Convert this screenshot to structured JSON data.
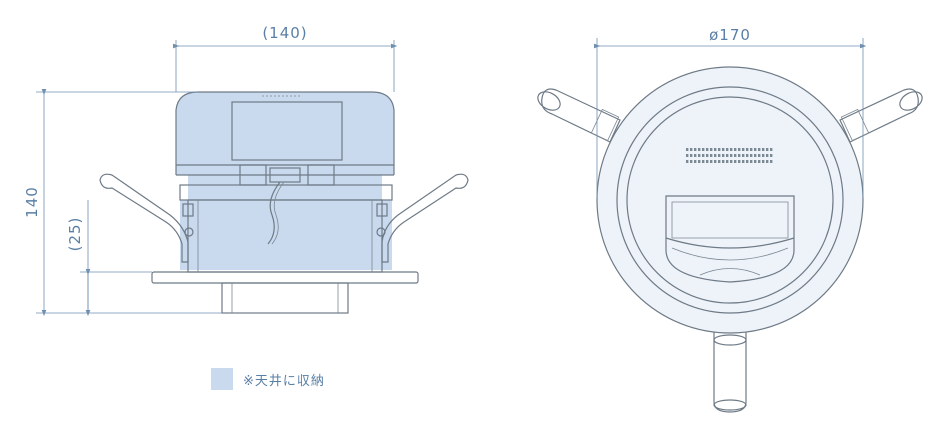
{
  "side_view": {
    "width_label": "(140)",
    "height_label": "140",
    "recess_label": "(25)"
  },
  "top_view": {
    "diameter_label": "ø170"
  },
  "legend": {
    "text": "※天井に収納",
    "swatch_color": "#c9d9ee"
  },
  "colors": {
    "line": "#6e7a86",
    "dimension": "#6f8fb0",
    "ceiling_fill": "#c9d9ee"
  }
}
